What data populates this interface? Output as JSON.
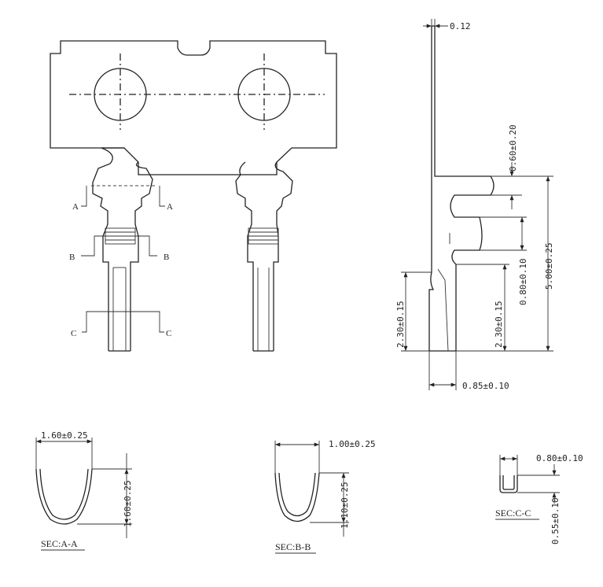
{
  "dimensions": {
    "thickness": "0.12",
    "tab_offset": "0.60±0.20",
    "overall_height": "5.00±0.25",
    "crimp_height": "0.80±0.10",
    "barrel_height_inner": "2.30±0.15",
    "barrel_height_outer": "2.30±0.15",
    "base_width": "0.85±0.10",
    "sec_a_width": "1.60±0.25",
    "sec_a_height": "1.60±0.25",
    "sec_b_width": "1.00±0.25",
    "sec_b_height": "1.10±0.25",
    "sec_c_width": "0.80±0.10",
    "sec_c_height": "0.55±0.10"
  },
  "section_marks": {
    "a": "A",
    "b": "B",
    "c": "C"
  },
  "sections": {
    "a": "SEC:A-A",
    "b": "SEC:B-B",
    "c": "SEC:C-C"
  }
}
